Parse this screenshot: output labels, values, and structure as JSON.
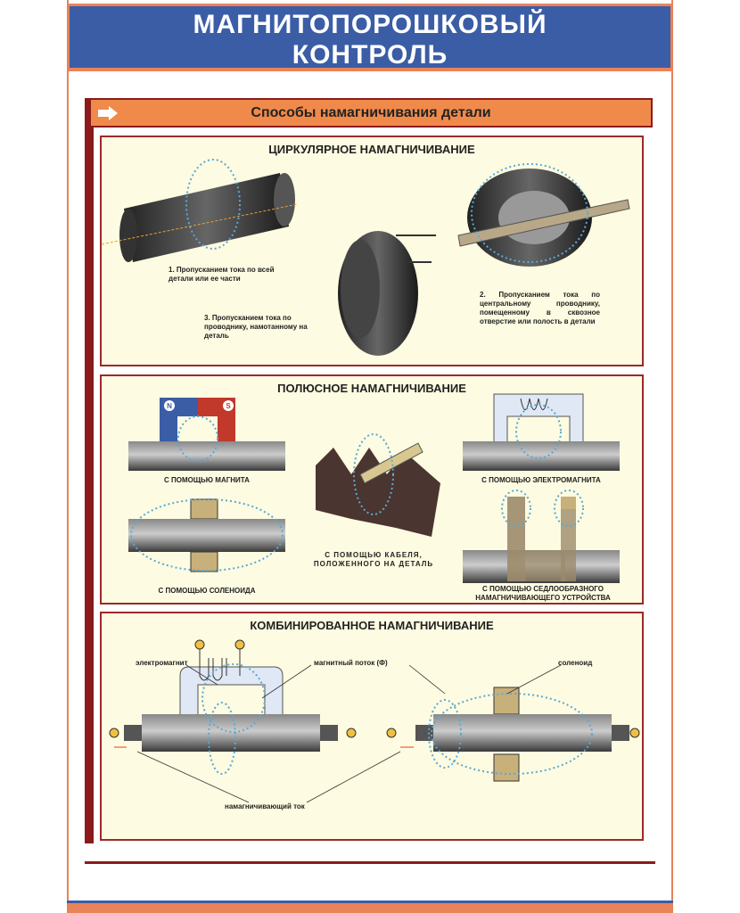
{
  "header": {
    "title_line1": "МАГНИТОПОРОШКОВЫЙ",
    "title_line2": "КОНТРОЛЬ"
  },
  "section": {
    "title": "Способы намагничивания детали"
  },
  "panels": {
    "circular": {
      "title": "ЦИРКУЛЯРНОЕ НАМАГНИЧИВАНИЕ",
      "captions": [
        "1. Пропусканием тока по всей детали или ее части",
        "2. Пропусканием тока по центральному проводнику, помещенному в сквозное отверстие или полость в детали",
        "3. Пропусканием тока по проводнику, намотанному на деталь"
      ]
    },
    "polar": {
      "title": "ПОЛЮСНОЕ НАМАГНИЧИВАНИЕ",
      "captions": {
        "magnet": "С ПОМОЩЬЮ МАГНИТА",
        "electromagnet": "С ПОМОЩЬЮ ЭЛЕКТРОМАГНИТА",
        "solenoid": "С ПОМОЩЬЮ СОЛЕНОИДА",
        "cable": "С ПОМОЩЬЮ КАБЕЛЯ, ПОЛОЖЕННОГО НА ДЕТАЛЬ",
        "saddle": "С ПОМОЩЬЮ СЕДЛООБРАЗНОГО НАМАГНИЧИВАЮЩЕГО УСТРОЙСТВА"
      },
      "magnet_poles": {
        "north": "N",
        "south": "S"
      }
    },
    "combined": {
      "title": "КОМБИНИРОВАННОЕ НАМАГНИЧИВАНИЕ",
      "labels": {
        "electromagnet": "электромагнит",
        "flux": "магнитный поток (Ф)",
        "solenoid": "соленоид",
        "current": "намагничивающий ток"
      }
    }
  },
  "colors": {
    "header": "#3b5da6",
    "accent": "#f08a4b",
    "frame": "#8b1a1a",
    "panel": "#fdfbe1",
    "flux": "#5aa9d6"
  }
}
